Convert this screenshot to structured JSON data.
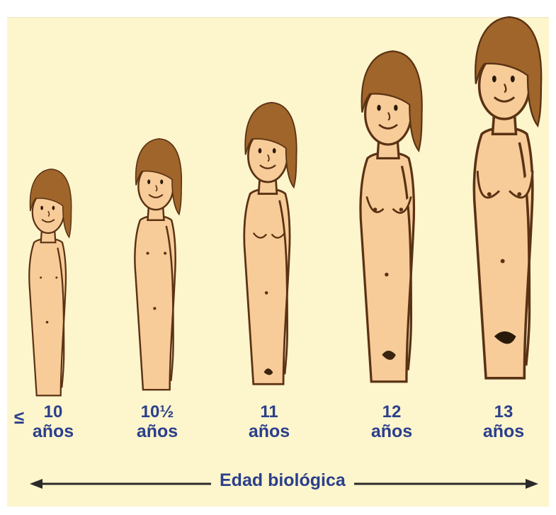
{
  "stages": [
    {
      "number": "10",
      "unit": "años",
      "prefix": "≤"
    },
    {
      "number": "10½",
      "unit": "años"
    },
    {
      "number": "11",
      "unit": "años"
    },
    {
      "number": "12",
      "unit": "años"
    },
    {
      "number": "13",
      "unit": "años"
    }
  ],
  "axis": {
    "label": "Edad biológica"
  },
  "colors": {
    "background": "#fdf5cc",
    "skin": "#f7cc98",
    "hair": "#a0652a",
    "outline": "#5a3214",
    "label": "#2b3f8c",
    "arrow": "#2a2a2a"
  }
}
